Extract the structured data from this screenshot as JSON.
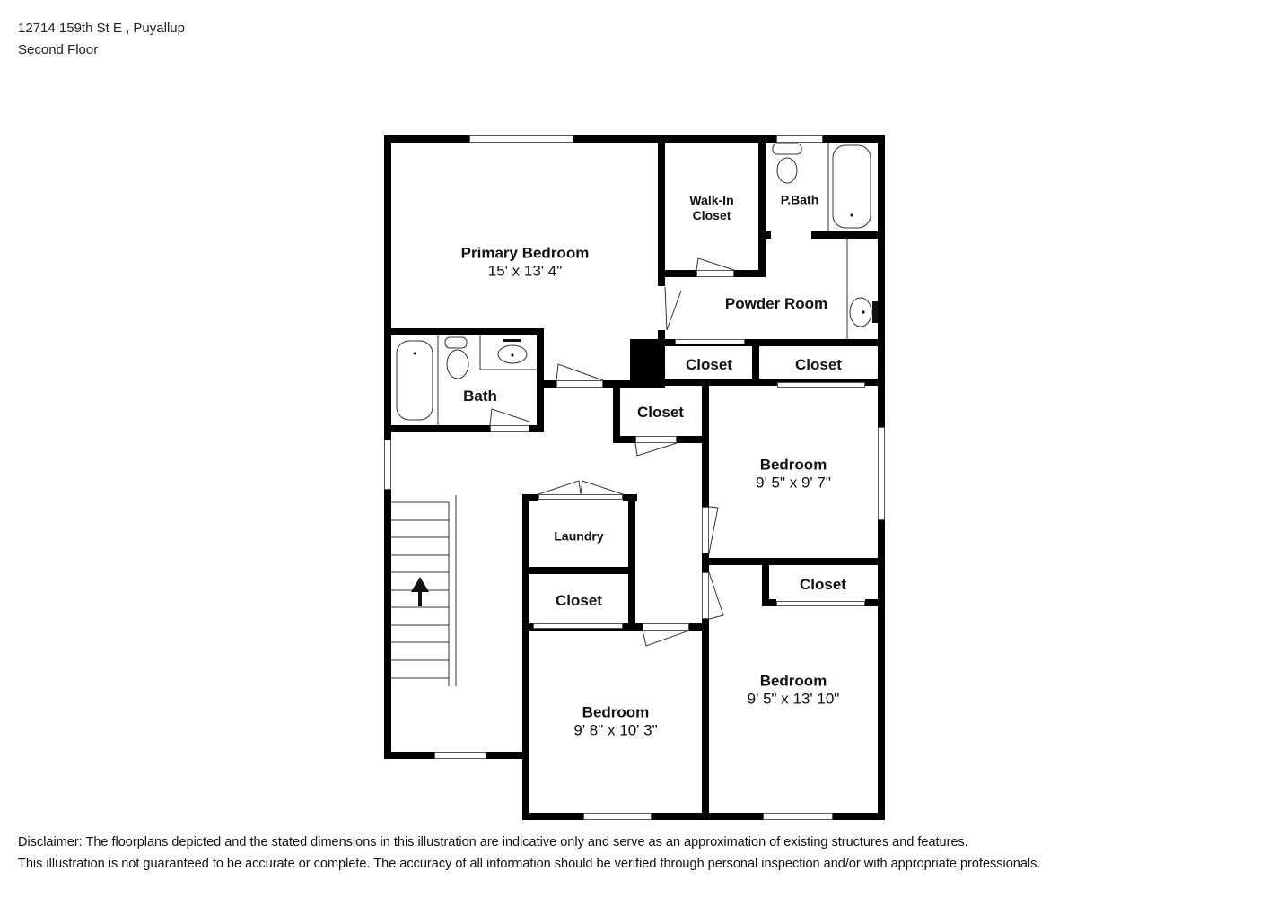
{
  "header": {
    "address": "12714 159th St E , Puyallup",
    "floor": "Second Floor"
  },
  "rooms": [
    {
      "id": "primary-bedroom",
      "name": "Primary Bedroom",
      "dimensions": "15' x 13' 4\""
    },
    {
      "id": "walk-in-closet",
      "name_line1": "Walk-In",
      "name_line2": "Closet"
    },
    {
      "id": "p-bath",
      "name": "P.Bath"
    },
    {
      "id": "powder-room",
      "name": "Powder Room"
    },
    {
      "id": "bath",
      "name": "Bath"
    },
    {
      "id": "closet-1",
      "name": "Closet"
    },
    {
      "id": "closet-2",
      "name": "Closet"
    },
    {
      "id": "closet-3",
      "name": "Closet"
    },
    {
      "id": "bedroom-2",
      "name": "Bedroom",
      "dimensions": "9' 5\" x 9' 7\""
    },
    {
      "id": "laundry",
      "name": "Laundry"
    },
    {
      "id": "closet-4",
      "name": "Closet"
    },
    {
      "id": "closet-5",
      "name": "Closet"
    },
    {
      "id": "bedroom-3",
      "name": "Bedroom",
      "dimensions": "9' 5\" x 13' 10\""
    },
    {
      "id": "bedroom-4",
      "name": "Bedroom",
      "dimensions": "9' 8\" x 10' 3\""
    }
  ],
  "disclaimer": {
    "line1": "Disclaimer: The floorplans depicted and the stated dimensions in this illustration are indicative only and serve as an approximation of existing structures and features.",
    "line2": "This illustration is not guaranteed to be accurate or complete. The accuracy of all information should be verified through personal inspection and/or with appropriate professionals."
  },
  "icons": {
    "stairs_direction": "up-arrow-icon"
  }
}
